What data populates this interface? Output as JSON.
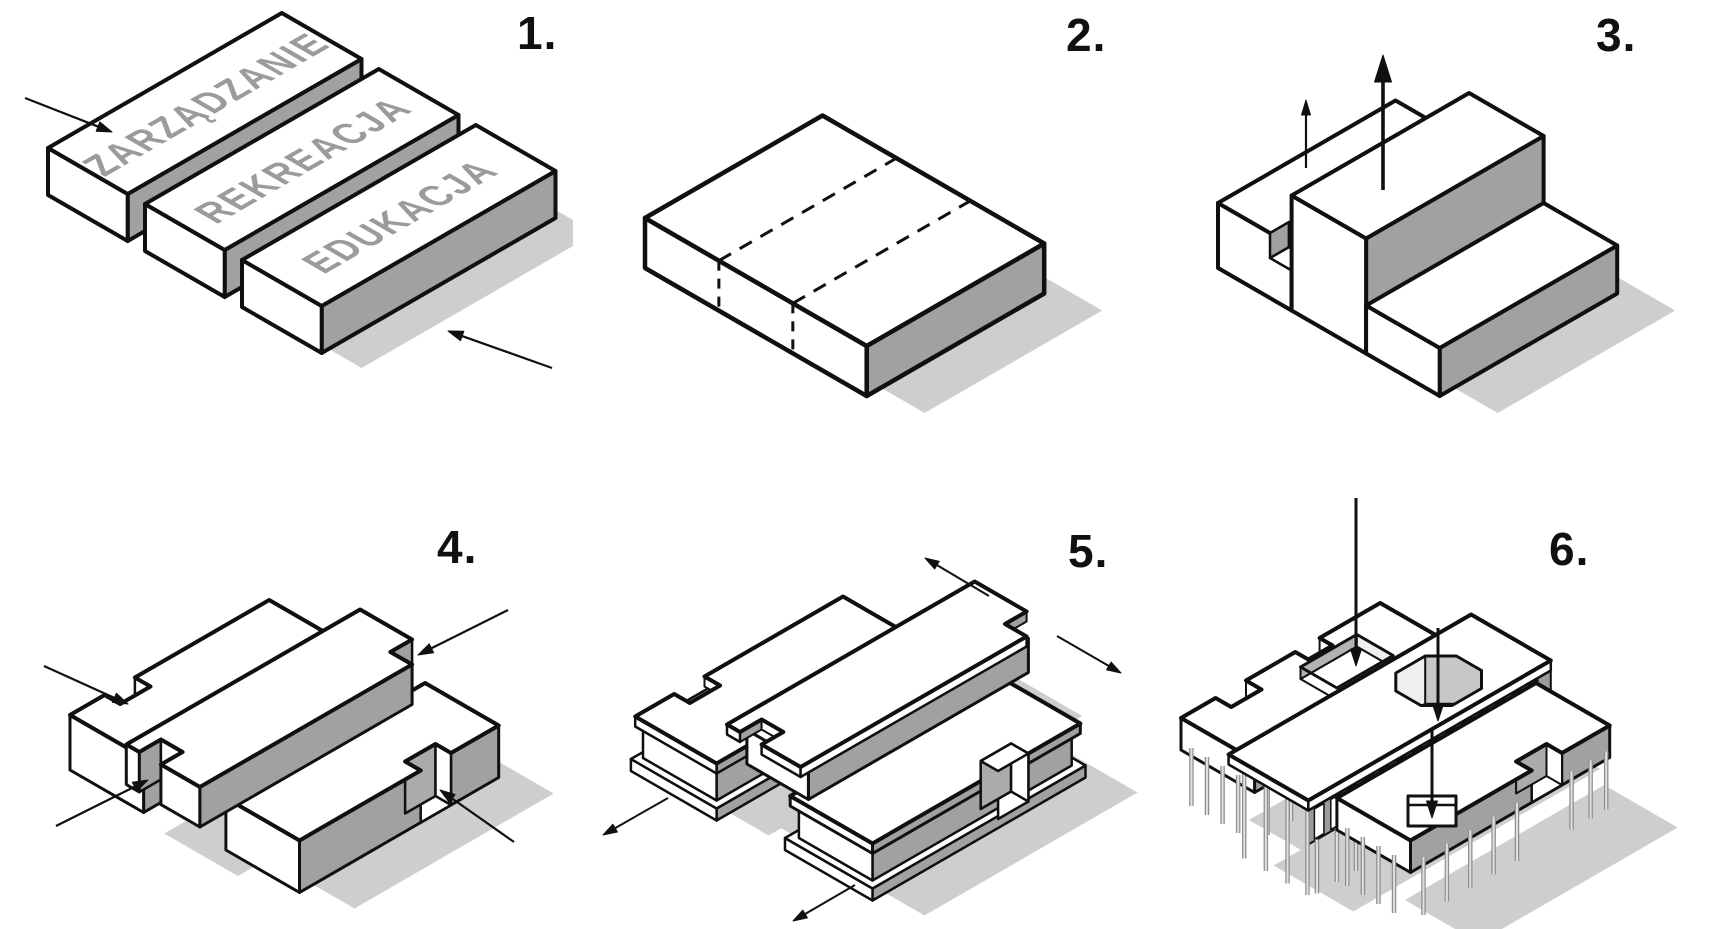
{
  "diagram": {
    "kind": "architectural-concept-sequence",
    "steps": [
      {
        "number": "1.",
        "bars": [
          "ZARZĄDZANIE",
          "REKREACJA",
          "EDUKACJA"
        ]
      },
      {
        "number": "2."
      },
      {
        "number": "3."
      },
      {
        "number": "4."
      },
      {
        "number": "5."
      },
      {
        "number": "6."
      }
    ]
  },
  "colors": {
    "ink": "#101010",
    "face_gray": "#a1a1a1",
    "shadow": "#cecece",
    "label_gray": "#9b9b9b",
    "column_dark": "#8f8f8f",
    "column_light": "#e0e0e0",
    "drum_gray": "#9a9a9a",
    "drum_side": "#8e8e8e",
    "colonnade_gray": "#9b9b9b",
    "inner_wall_gray": "#b3b3b3",
    "inner_wall_light": "#efefef",
    "box_side_light": "#c9c9c9"
  }
}
